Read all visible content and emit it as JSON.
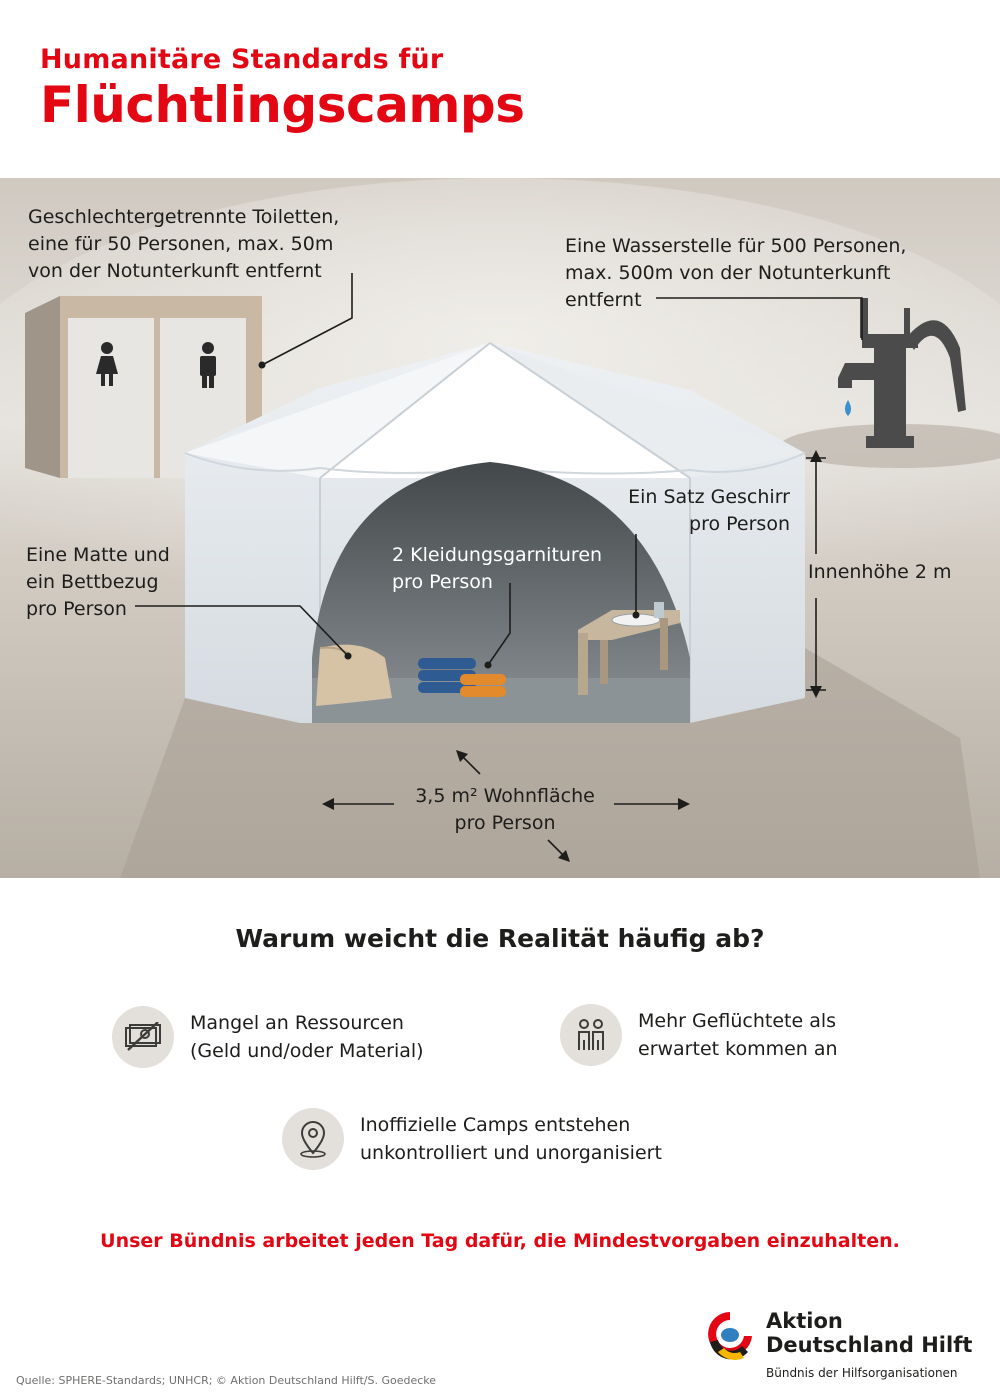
{
  "header": {
    "subtitle": "Humanitäre Standards für",
    "title": "Flüchtlingscamps"
  },
  "scene": {
    "toilets_label": [
      "Geschlechtergetrennte Toiletten,",
      "eine für 50 Personen, max. 50m",
      "von der Notunterkunft entfernt"
    ],
    "water_label": [
      "Eine Wasserstelle für 500 Personen,",
      "max. 500m von der Notunterkunft",
      "entfernt"
    ],
    "mat_label": [
      "Eine Matte und",
      "ein Bettbezug",
      "pro Person"
    ],
    "clothes_label": [
      "2 Kleidungsgarnituren",
      "pro Person"
    ],
    "dishes_label": [
      "Ein Satz Geschirr",
      "pro Person"
    ],
    "height_label": "Innenhöhe 2 m",
    "area_label_1": "3,5 m² Wohnfläche",
    "area_label_2": "pro Person"
  },
  "reasons": {
    "heading": "Warum weicht die Realität häufig ab?",
    "items": [
      {
        "icon": "no-money-icon",
        "lines": [
          "Mangel an Ressourcen",
          "(Geld und/oder Material)"
        ]
      },
      {
        "icon": "people-icon",
        "lines": [
          "Mehr Geflüchtete als",
          "erwartet kommen an"
        ]
      },
      {
        "icon": "location-pin-icon",
        "lines": [
          "Inoffizielle Camps entstehen",
          "unkontrolliert und unorganisiert"
        ]
      }
    ]
  },
  "cta": "Unser Bündnis arbeitet jeden Tag dafür, die Mindestvorgaben einzuhalten.",
  "source": "Quelle: SPHERE-Standards; UNHCR; © Aktion Deutschland Hilft/S. Goedecke",
  "logo": {
    "line1": "Aktion",
    "line2": "Deutschland Hilft",
    "line3": "Bündnis der Hilfsorganisationen"
  },
  "colors": {
    "accent": "#e30613",
    "scene_bg": "#c4bdb3",
    "clothes_blue": "#2f5b93",
    "clothes_orange": "#e28a2c"
  }
}
